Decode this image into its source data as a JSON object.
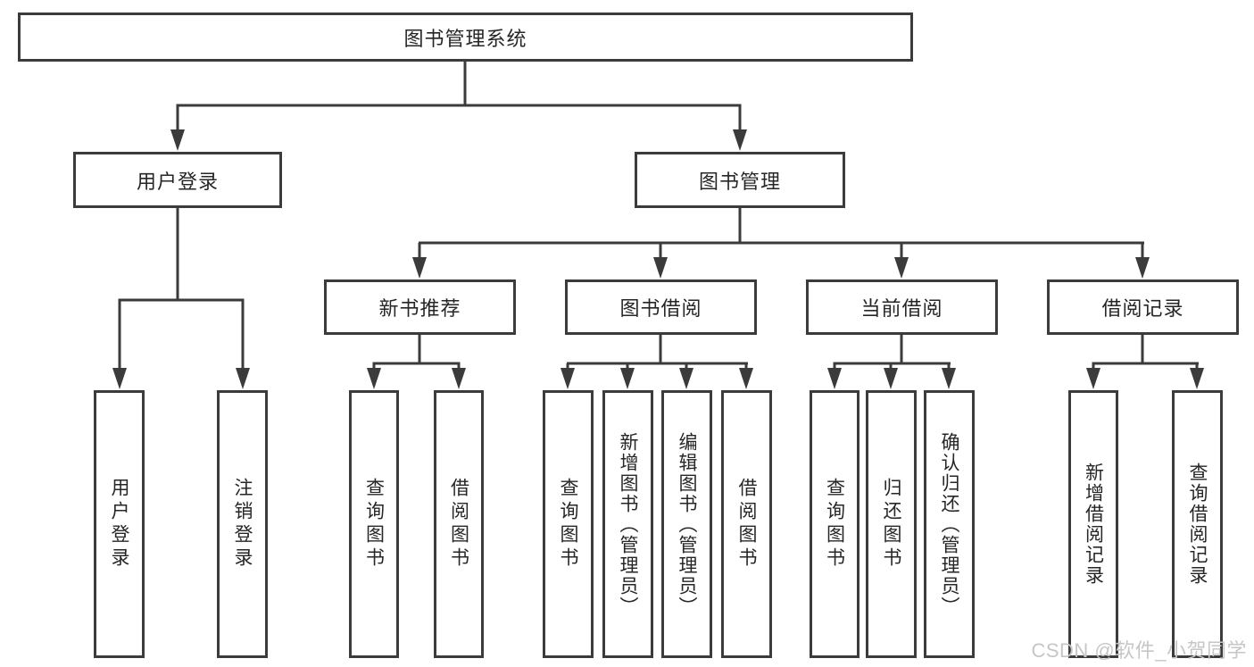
{
  "diagram": {
    "type": "tree",
    "title": "图书管理系统",
    "colors": {
      "line": "#3b3b3b",
      "text": "#262626",
      "background": "#ffffff",
      "watermark": "#c6c6c6"
    }
  },
  "nodes": {
    "root": {
      "label": "图书管理系统"
    },
    "login": {
      "label": "用户登录"
    },
    "manage": {
      "label": "图书管理"
    },
    "recommend": {
      "label": "新书推荐"
    },
    "borrow": {
      "label": "图书借阅"
    },
    "current": {
      "label": "当前借阅"
    },
    "records": {
      "label": "借阅记录"
    },
    "login_user": {
      "label": "用户登录"
    },
    "login_logout": {
      "label": "注销登录"
    },
    "recommend_query": {
      "label": "查询图书"
    },
    "recommend_borrow": {
      "label": "借阅图书"
    },
    "borrow_query": {
      "label": "查询图书"
    },
    "borrow_add": {
      "label": "新增图书（管理员）"
    },
    "borrow_edit": {
      "label": "编辑图书（管理员）"
    },
    "borrow_borrow": {
      "label": "借阅图书"
    },
    "current_query": {
      "label": "查询图书"
    },
    "current_return": {
      "label": "归还图书"
    },
    "current_confirm": {
      "label": "确认归还（管理员）"
    },
    "records_add": {
      "label": "新增借阅记录"
    },
    "records_query": {
      "label": "查询借阅记录"
    }
  },
  "hierarchy": {
    "图书管理系统": [
      "用户登录",
      "图书管理"
    ],
    "用户登录": [
      "用户登录",
      "注销登录"
    ],
    "图书管理": [
      "新书推荐",
      "图书借阅",
      "当前借阅",
      "借阅记录"
    ],
    "新书推荐": [
      "查询图书",
      "借阅图书"
    ],
    "图书借阅": [
      "查询图书",
      "新增图书（管理员）",
      "编辑图书（管理员）",
      "借阅图书"
    ],
    "当前借阅": [
      "查询图书",
      "归还图书",
      "确认归还（管理员）"
    ],
    "借阅记录": [
      "新增借阅记录",
      "查询借阅记录"
    ]
  },
  "watermark": "CSDN @软件_小贺同学"
}
